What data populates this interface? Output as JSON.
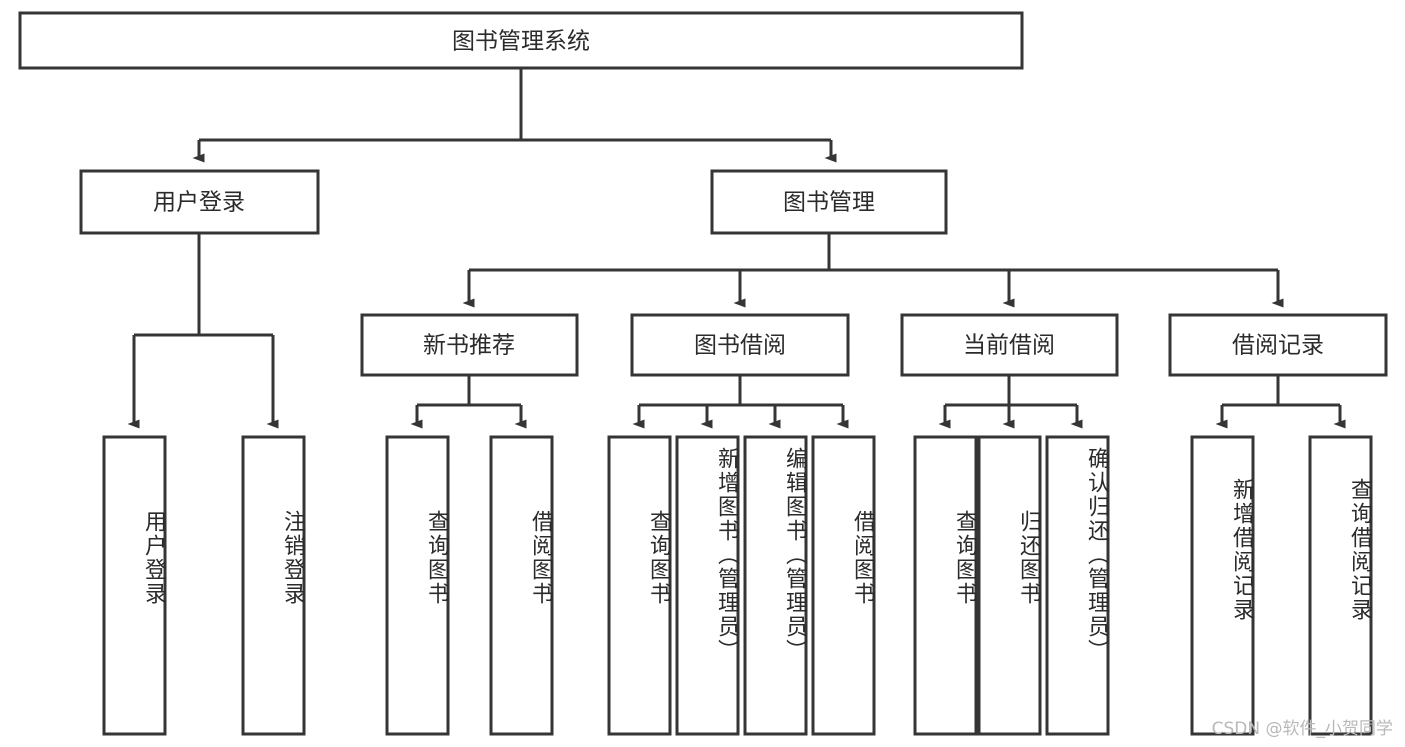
{
  "diagram": {
    "title": "图书管理系统",
    "type": "tree",
    "watermark": "CSDN @软件_小贺同学",
    "colors": {
      "box_fill": "#ffffff",
      "box_stroke": "#353535",
      "text": "#2b2b2b",
      "watermark": "#b9b9b9",
      "background": "#ffffff"
    },
    "root": {
      "id": "root",
      "label": "图书管理系统",
      "orientation": "horizontal"
    },
    "level2": [
      {
        "id": "user-login",
        "label": "用户登录",
        "orientation": "horizontal"
      },
      {
        "id": "book-manage",
        "label": "图书管理",
        "orientation": "horizontal"
      }
    ],
    "level3": [
      {
        "id": "new-book-recommend",
        "label": "新书推荐",
        "orientation": "horizontal",
        "parent": "book-manage"
      },
      {
        "id": "book-borrow",
        "label": "图书借阅",
        "orientation": "horizontal",
        "parent": "book-manage"
      },
      {
        "id": "current-borrow",
        "label": "当前借阅",
        "orientation": "horizontal",
        "parent": "book-manage"
      },
      {
        "id": "borrow-record",
        "label": "借阅记录",
        "orientation": "horizontal",
        "parent": "book-manage"
      }
    ],
    "leaves": [
      {
        "id": "leaf-user-login",
        "label": "用户登录",
        "orientation": "vertical",
        "parent": "user-login"
      },
      {
        "id": "leaf-user-logout",
        "label": "注销登录",
        "orientation": "vertical",
        "parent": "user-login"
      },
      {
        "id": "leaf-query-book-1",
        "label": "查询图书",
        "orientation": "vertical",
        "parent": "new-book-recommend"
      },
      {
        "id": "leaf-borrow-book-1",
        "label": "借阅图书",
        "orientation": "vertical",
        "parent": "new-book-recommend"
      },
      {
        "id": "leaf-query-book-2",
        "label": "查询图书",
        "orientation": "vertical",
        "parent": "book-borrow"
      },
      {
        "id": "leaf-add-book",
        "label": "新增图书（管理员）",
        "orientation": "vertical",
        "parent": "book-borrow"
      },
      {
        "id": "leaf-edit-book",
        "label": "编辑图书（管理员）",
        "orientation": "vertical",
        "parent": "book-borrow"
      },
      {
        "id": "leaf-borrow-book-2",
        "label": "借阅图书",
        "orientation": "vertical",
        "parent": "book-borrow"
      },
      {
        "id": "leaf-query-book-3",
        "label": "查询图书",
        "orientation": "vertical",
        "parent": "current-borrow"
      },
      {
        "id": "leaf-return-book",
        "label": "归还图书",
        "orientation": "vertical",
        "parent": "current-borrow"
      },
      {
        "id": "leaf-confirm-return",
        "label": "确认归还（管理员）",
        "orientation": "vertical",
        "parent": "current-borrow"
      },
      {
        "id": "leaf-add-record",
        "label": "新增借阅记录",
        "orientation": "vertical",
        "parent": "borrow-record"
      },
      {
        "id": "leaf-query-record",
        "label": "查询借阅记录",
        "orientation": "vertical",
        "parent": "borrow-record"
      }
    ]
  }
}
